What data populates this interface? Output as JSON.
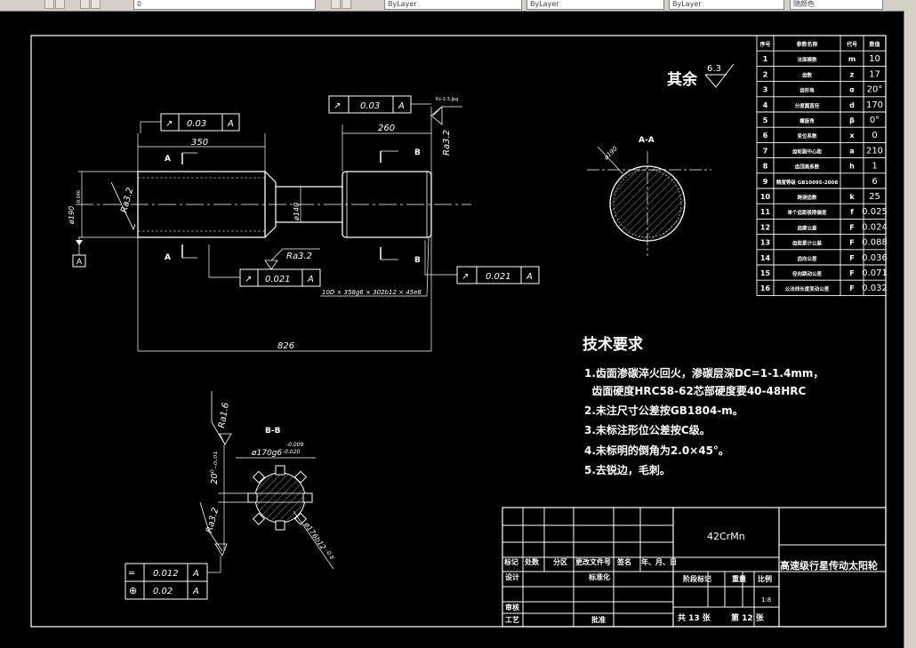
{
  "toolbar": {
    "bylayer_1": "ByLayer",
    "bylayer_2": "ByLayer",
    "bylayer_3": "ByLayer",
    "color_field": "随颜色",
    "layer_num": "0"
  },
  "roughness_note": {
    "label": "其余",
    "value": "6.3"
  },
  "shaft": {
    "dim_length": "350",
    "dim_260": "260",
    "dim_total": "826",
    "dim_diameter_left": "ø190",
    "dim_diameter_left_tol": "-0.046",
    "dim_diameter_mid": "ø140",
    "ra_left": "Ra3.2",
    "ra_right": "Ra3.2",
    "ra_bottom": "Ra3.2",
    "section_a_top": "A",
    "section_a_bottom": "A",
    "section_b_top": "B",
    "section_b_bottom": "B",
    "datum_a": "A",
    "spline_note": "10D × 358g6 × 302b12 × 45e8",
    "small_note": "Ks-1-3.Jpg"
  },
  "tolerance_frames": [
    {
      "symbol": "↗",
      "value": "0.03",
      "datum": "A"
    },
    {
      "symbol": "↗",
      "value": "0.03",
      "datum": "A"
    },
    {
      "symbol": "↗",
      "value": "0.021",
      "datum": "A"
    },
    {
      "symbol": "↗",
      "value": "0.021",
      "datum": "A"
    }
  ],
  "section_aa": {
    "title": "A-A",
    "dim": "ø190"
  },
  "section_bb": {
    "title": "B-B",
    "ra": "Ra1.6",
    "fit": "ø170g6",
    "fit_tol_upper": "-0.009",
    "fit_tol_lower": "-0.020",
    "width_dim": "20⁰₋₀.₀₁",
    "ra_side": "Ra3.2",
    "diameter": "ø176b12",
    "diameter_tol": "-0.8"
  },
  "bottom_frames": [
    {
      "symbol": "═",
      "value": "0.012",
      "datum": "A"
    },
    {
      "symbol": "⊕",
      "value": "0.02",
      "datum": "A"
    }
  ],
  "tech_requirements": {
    "title": "技术要求",
    "items": [
      "1.齿面渗碳淬火回火，渗碳层深DC=1-1.4mm，",
      "  齿面硬度HRC58-62芯部硬度要40-48HRC",
      "2.未注尺寸公差按GB1804-m。",
      "3.未标注形位公差按C级。",
      "4.未标明的倒角为2.0×45°。",
      "5.去锐边，毛刺。"
    ]
  },
  "param_table": {
    "headers": [
      "序号",
      "参数名称",
      "代号",
      "数值"
    ],
    "rows": [
      [
        "1",
        "法面模数",
        "m",
        "10"
      ],
      [
        "2",
        "齿数",
        "z",
        "17"
      ],
      [
        "3",
        "齿形角",
        "α",
        "20°"
      ],
      [
        "4",
        "分度圆直径",
        "d",
        "170"
      ],
      [
        "5",
        "螺旋角",
        "β",
        "0°"
      ],
      [
        "6",
        "变位系数",
        "x",
        "0"
      ],
      [
        "7",
        "齿轮副中心距",
        "a",
        "210"
      ],
      [
        "8",
        "齿顶高系数",
        "h",
        "1"
      ],
      [
        "9",
        "精度等级 GB10095-2008",
        "",
        "6"
      ],
      [
        "10",
        "跨测齿数",
        "k",
        "25"
      ],
      [
        "11",
        "单个齿距极限偏差",
        "f",
        "0.025"
      ],
      [
        "12",
        "齿廓公差",
        "F",
        "0.024"
      ],
      [
        "13",
        "齿距累计公差",
        "F",
        "0.088"
      ],
      [
        "14",
        "齿向公差",
        "F",
        "0.036"
      ],
      [
        "15",
        "径向跳动公差",
        "F",
        "0.071"
      ],
      [
        "16",
        "公法线长度变动公差",
        "F",
        "0.032"
      ]
    ]
  },
  "title_block": {
    "material": "42CrMn",
    "part_name": "高速级行星传动太阳轮",
    "row_labels": [
      "标记",
      "处数",
      "分区",
      "更改文件号",
      "签名",
      "年、月、日"
    ],
    "design": "设计",
    "standard": "标准化",
    "stage_mark": "阶段标记",
    "weight": "重量",
    "scale": "比例",
    "scale_value": "1:8",
    "review": "审核",
    "process": "工艺",
    "approve": "批准",
    "total_sheets": "共 13 张",
    "sheet_no": "第 12 张"
  }
}
